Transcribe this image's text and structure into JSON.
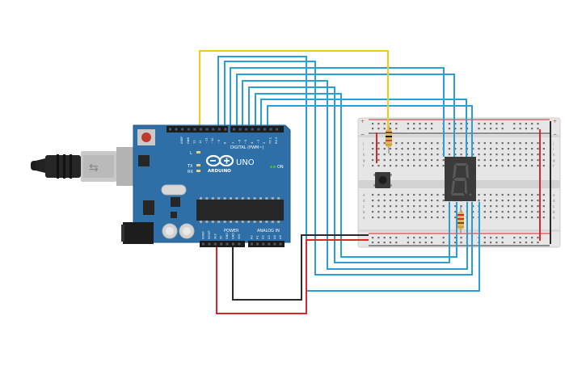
{
  "arduino": {
    "brand": "ARDUINO",
    "model": "UNO",
    "digital_label": "DIGITAL (PWM~)",
    "power_label": "POWER",
    "analog_label": "ANALOG IN",
    "on_label": "ON",
    "led_labels": [
      "L",
      "TX",
      "RX"
    ],
    "top_pin_labels": [
      "AREF",
      "GND",
      "13",
      "12",
      "~11",
      "~10",
      "~9",
      "8",
      "7",
      "~6",
      "~5",
      "4",
      "~3",
      "2",
      "TX 1",
      "RX 0"
    ],
    "power_pin_labels": [
      "IOREF",
      "RESET",
      "3V3",
      "5V",
      "GND",
      "GND",
      "VIN"
    ],
    "analog_pin_labels": [
      "A0",
      "A1",
      "A2",
      "A3",
      "A4",
      "A5"
    ]
  },
  "breadboard": {
    "row_letters_top": [
      "j",
      "i",
      "h",
      "g",
      "f"
    ],
    "row_letters_bottom": [
      "e",
      "d",
      "c",
      "b",
      "a"
    ],
    "plus_label": "+",
    "minus_label": "−"
  },
  "colors": {
    "board_blue": "#2d6fa6",
    "wire_blue": "#2a9fd6",
    "wire_yellow": "#f2c81c",
    "wire_red": "#d6282a",
    "wire_black": "#2a2a2a",
    "breadboard": "#e6e6e6",
    "display": "#3b3b3b"
  }
}
